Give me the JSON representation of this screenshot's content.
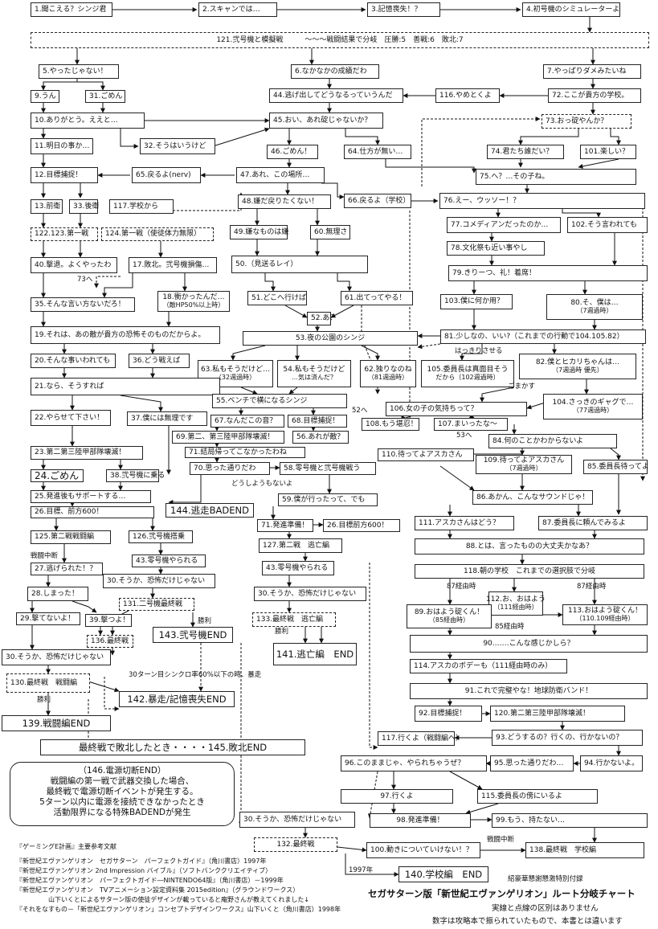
{
  "nodes": {
    "n1": "1.聞こえる？シンジ君",
    "n2": "2.スキャンでは…",
    "n3": "3.記憶喪失！？",
    "n4": "4.初号機のシミュレーターよ",
    "n121": "121.弐号機と模擬戦　　　～～～戦闘結果で分岐　圧勝:5　善戦:6　敗北:7",
    "n5": "5.やったじゃない！",
    "n6": "6.なかなかの成績だわ",
    "n7": "7.やっぱりダメみたいね",
    "n9": "9.うん",
    "n31": "31.ごめん",
    "n44": "44.逃げ出してどうなるっていうんだ",
    "n116": "116.やめとくよ",
    "n72": "72.ここが貴方の学校。",
    "n10": "10.ありがとう。ええと…",
    "n45": "45.おい、あれ碇じゃないか？",
    "n73": "73.おっ碇やんか？",
    "n11": "11.明日の事か…",
    "n32": "32.そうはいうけど",
    "n46": "46.ごめん！",
    "n64": "64.仕方が無い…",
    "n74": "74.君たち誰だい？",
    "n101": "101.楽しい？",
    "n12": "12.目標捕捉！",
    "n65": "65.戻るよ(nerv)",
    "n47": "47.あれ、この場所…",
    "n75": "75.へ？…その子ね。",
    "n48": "48.嫌だ戻りたくない！",
    "n66": "66.戻るよ（学校）",
    "n76": "76.えー、ウッソー！？",
    "n13": "13.前衛",
    "n33": "33.後衛",
    "n117a": "117.学校から",
    "n77": "77.コメディアンだったのか…",
    "n102": "102.そう言われても",
    "n49": "49.嫌なものは嫌",
    "n60": "60.無理さ",
    "n122": "122.123.第一戦",
    "n124": "124.第一戦（使徒体力無限）",
    "n78": "78.文化祭も近い事やし",
    "n50": "50.（見送るレイ）",
    "n40": "40.撃退。よくやったわ",
    "n17": "17.敗北。弐号機損傷…",
    "n79": "79.きりーつ、礼！着席！",
    "n51": "51.どこへ行けば",
    "n61": "61.出てってやる！",
    "n35": "35.そんな言い方ないだろ！",
    "n18a": "18.衝かったんだ…",
    "n18b": "（敵HP50%以上時）",
    "n103": "103.僕に何か用？",
    "n80a": "80.そ、僕は…",
    "n80b": "（7週過時）",
    "n52": "52.あ？",
    "n19": "19.それは、あの敵が貴方の恐怖そのものだからよ。",
    "n53": "53.夜の公園のシンジ",
    "n81": "81.少しなの、いい?（これまでの行動で104.105.82）",
    "n20": "20.そんな事いわれても",
    "n36": "36.どう戦えば",
    "n63a": "63.私もそうだけど…",
    "n63b": "（32週過時）",
    "n54a": "54.私もそうだけど",
    "n54b": "…気は済んだ？",
    "n62a": "62.独りなのね",
    "n62b": "（81週過時）",
    "n105a": "105.委員長は真面目そう",
    "n105b": "だから（102週過時）",
    "n82a": "82.僕とヒカリちゃんは…",
    "n82b": "（7週過時 優先）",
    "n21": "21.なら、そうすれば",
    "n55": "55.ベンチで横になるシンジ",
    "n104a": "104.さっきのギャグで…",
    "n104b": "（77週過時）",
    "n22": "22.やらせて下さい！",
    "n37": "37.僕には無理です",
    "n67": "67.なんだこの音？",
    "n68": "68.目標捕捉！",
    "n106": "106.女の子の気持ちって？",
    "n108": "108.もう堪忍！",
    "n107": "107.まいったな～",
    "n69": "69.第二、第三陸甲部隊壊滅！",
    "n56": "56.あれが敵？",
    "n84": "84.何のことかわからないよ",
    "n23": "23.第二第三陸甲部隊壊滅！",
    "n71a": "71.結局帰ってこなかったわね",
    "n110": "110.待ってよアスカさん",
    "n109a": "109.待ってよアスカさん",
    "n109b": "（7週過時）",
    "n85": "85.委員長待ってよ",
    "n24": "24.ごめん",
    "n38": "38.弐号機に乗る",
    "n70": "70.思った通りだわ",
    "n58": "58.零号機と弐号機戦う",
    "n25": "25.発進後もサポートする…",
    "n59": "59.僕が行ったって、でも",
    "n86": "86.あかん、こんなサウンドじゃ！",
    "n26": "26.目標、前方600！",
    "n144": "144.逃走BADEND",
    "n71b": "71.発進準備！",
    "n26b": "26.目標前方600！",
    "n111": "111.アスカさんはどう？",
    "n87": "87.委員長に頼んでみるよ",
    "n125": "125.第二戦戦闘編",
    "n126": "126.弐号機搭乗",
    "n127": "127.第二戦　逃亡編",
    "n88": "88.とは、言ったものの大丈夫かなあ？",
    "n43a": "43.零号機やられる",
    "n43b": "43.零号機やられる",
    "n118": "118.朝の学校　これまでの選択肢で分岐",
    "n27": "27.逃げられた！？",
    "n30a": "30.そうか、恐怖だけじゃない",
    "n30b": "30.そうか、恐怖だけじゃない",
    "n112a": "112.お、おはよう",
    "n112b": "（111経由時）",
    "n28": "28.しまった！",
    "n131": "131.二号機最終戦",
    "n89a": "89.おはよう碇くん！",
    "n89b": "（85経由時）",
    "n113a": "113.おはよう碇くん！",
    "n113b": "（110.109経由時）",
    "n29": "29.撃てないよ！",
    "n39": "39.撃つよ！",
    "n133": "133.最終戦　逃亡編",
    "n143": "143.弐号機END",
    "n90": "90.……こんな感じかしら？",
    "n136": "136.最終戦",
    "n141": "141.逃亡編　END",
    "n30c": "30.そうか、恐怖だけじゃない",
    "n114": "114.アスカのボデーも（111経由時のみ）",
    "n130": "130.最終戦　戦闘編",
    "n142": "142.暴走/記憶喪失END",
    "n91": "91.これで完璧やな！地球防衛バンド！",
    "n92": "92.目標捕捉！",
    "n120": "120.第二第三陸甲部隊壊滅！",
    "n139": "139.戦闘編END",
    "n117b": "117.行くよ（戦闘編へ）",
    "n93": "93.どうするの？行くの、行かないの？",
    "n145": "最終戦で敗北したとき・・・・145.敗北END",
    "n96": "96.このままじゃ、やられちゃうぜ？",
    "n95": "95.思った通りだわ…",
    "n94": "94.行かないよ。",
    "n97": "97.行くよ",
    "n115": "115.委員長の傍にいるよ",
    "n30d": "30.そうか、恐怖だけじゃない",
    "n98": "98.発進準備！",
    "n99": "99.もう、持たない…",
    "n132": "132.最終戦",
    "n100": "100.動きについていけない！？",
    "n138": "138.最終戦　学校編",
    "n140": "140.学校編　END"
  },
  "labels": {
    "to73": "73へ",
    "hakkiri": "はっきりさせる",
    "gomakasu": "ごまかす",
    "to52": "52へ",
    "to53": "53へ",
    "shouganai": "どうしようもないよ",
    "sentouchudan1": "戦闘中断",
    "shouri1": "勝利",
    "shouri2": "勝利",
    "shouri3": "勝利",
    "turn30": "30ターン目シンクロ率60%以下の時、暴走",
    "via87": "87経由時",
    "via87b": "87経由時",
    "via85": "85経由時",
    "sentouchudan2": "戦闘中断",
    "y1997": "1997年"
  },
  "note": {
    "line1": "（146.電源切断END）",
    "line2": "戦闘編の第一戦で武器交換した場合、",
    "line3": "最終戦で電源切断イベントが発生する。",
    "line4": "5ターン以内に電源を接続できなかったとき",
    "line5": "活動限界になる特殊BADENDが発生"
  },
  "refs": {
    "heading": "『ゲーミングE計画』主要参考文献",
    "r1": "『新世紀エヴァンゲリオン　セガサターン　パーフェクトガイド』（角川書店）1997年",
    "r2": "『新世紀エヴァンゲリオン 2nd Impression バイブル』（ソフトバンククリエイティブ）",
    "r3": "『新世紀エヴァンゲリオン　パーフェクトガイド―NINTENDO64版』（角川書店）－1999年",
    "r4": "『新世紀エヴァンゲリオン　TVアニメーション設定資料集 2015edition』（グラウンドワークス）",
    "r5": "山下いくとによるサターン版の使徒デザインが載っていると庵野さんが教えてくれました↓",
    "r6": "『それをなすもの－「新世紀エヴァンゲリオン」コンセプトデザインワークス』山下いくと（角川書店）1998年"
  },
  "footer": {
    "tag": "紹豪華懇謝懇激特別付録",
    "title": "セガサターン版「新世紀エヴァンゲリオン」ルート分岐チャート",
    "line1": "実線と点線の区別はありません",
    "line2": "数字は攻略本で振られていたもので、本書とは違います"
  }
}
